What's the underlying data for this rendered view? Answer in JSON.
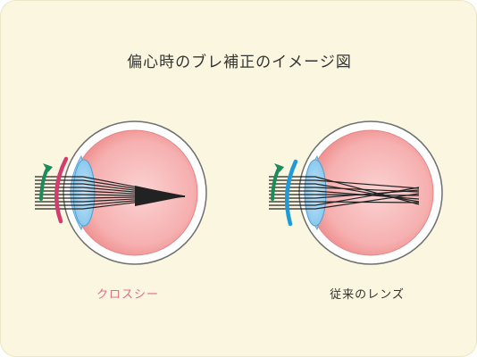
{
  "title": "偏心時のブレ補正のイメージ図",
  "left": {
    "caption": "クロスシー",
    "caption_color": "#e0708a",
    "lens_band_color": "#d23c6f"
  },
  "right": {
    "caption": "従来のレンズ",
    "caption_color": "#333333",
    "lens_band_color": "#1e9bd7"
  },
  "colors": {
    "arrow": "#1c8c5a",
    "eye_inner": "#f3a2a2",
    "cornea": "#6fb8e8",
    "sclera": "#777777"
  }
}
